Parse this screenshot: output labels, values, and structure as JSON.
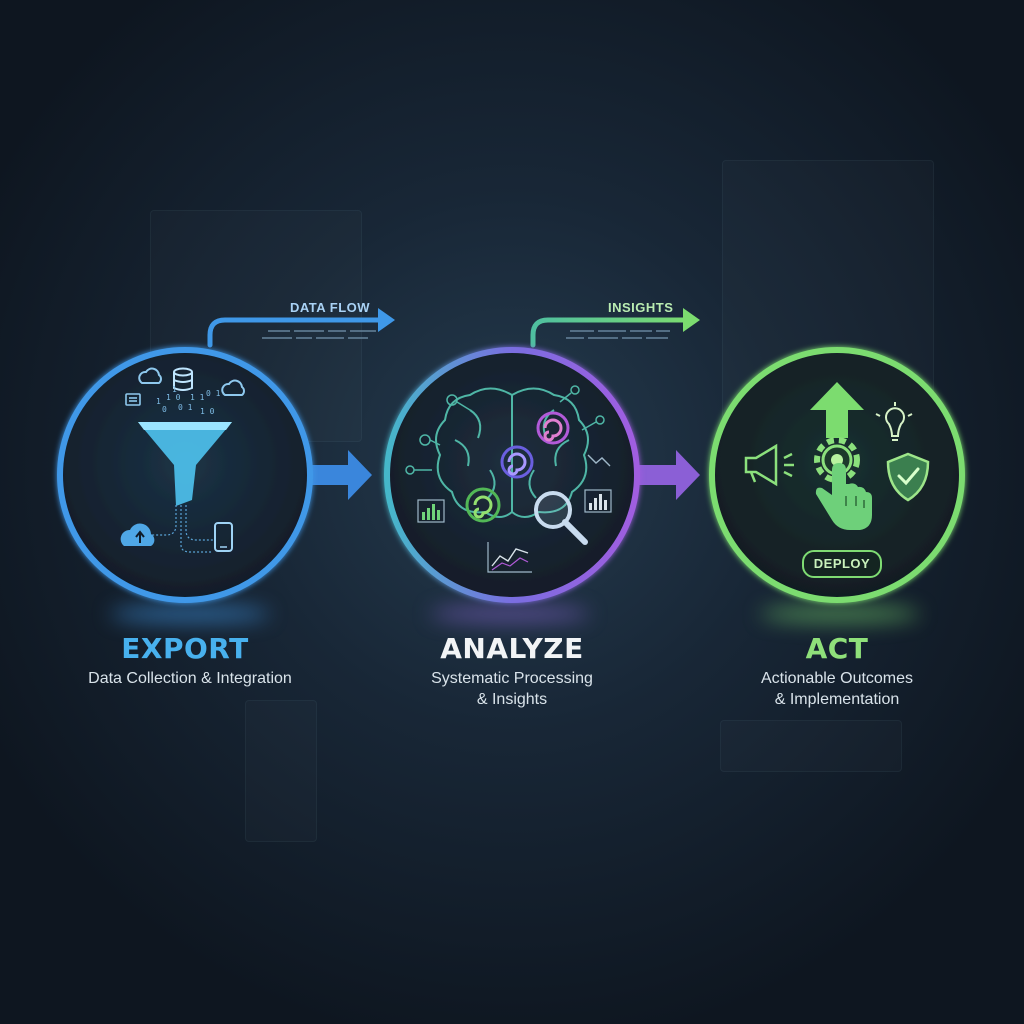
{
  "colors": {
    "background": "#14202d",
    "export_accent": "#3f98e8",
    "analyze_accent": "#8b67d6",
    "act_accent": "#7cdc6f",
    "text_light": "#d9e3ea"
  },
  "flows": [
    {
      "label": "DATA FLOW"
    },
    {
      "label": "INSIGHTS"
    }
  ],
  "steps": [
    {
      "title": "EXPORT",
      "description_lines": [
        "Data Collection & Integration"
      ],
      "icons": [
        "funnel-icon",
        "database-icon",
        "cloud-icon",
        "cloud-upload-icon",
        "smartphone-icon",
        "document-icon",
        "binary-data-icon"
      ]
    },
    {
      "title": "ANALYZE",
      "description_lines": [
        "Systematic Processing",
        "& Insights"
      ],
      "icons": [
        "brain-icon",
        "swirl-icon",
        "magnifier-icon",
        "bar-chart-icon",
        "line-chart-icon"
      ]
    },
    {
      "title": "ACT",
      "description_lines": [
        "Actionable Outcomes",
        "& Implementation"
      ],
      "icons": [
        "up-arrow-icon",
        "gear-icon",
        "pointer-hand-icon",
        "megaphone-icon",
        "lightbulb-icon",
        "shield-check-icon"
      ],
      "button_label": "DEPLOY"
    }
  ]
}
